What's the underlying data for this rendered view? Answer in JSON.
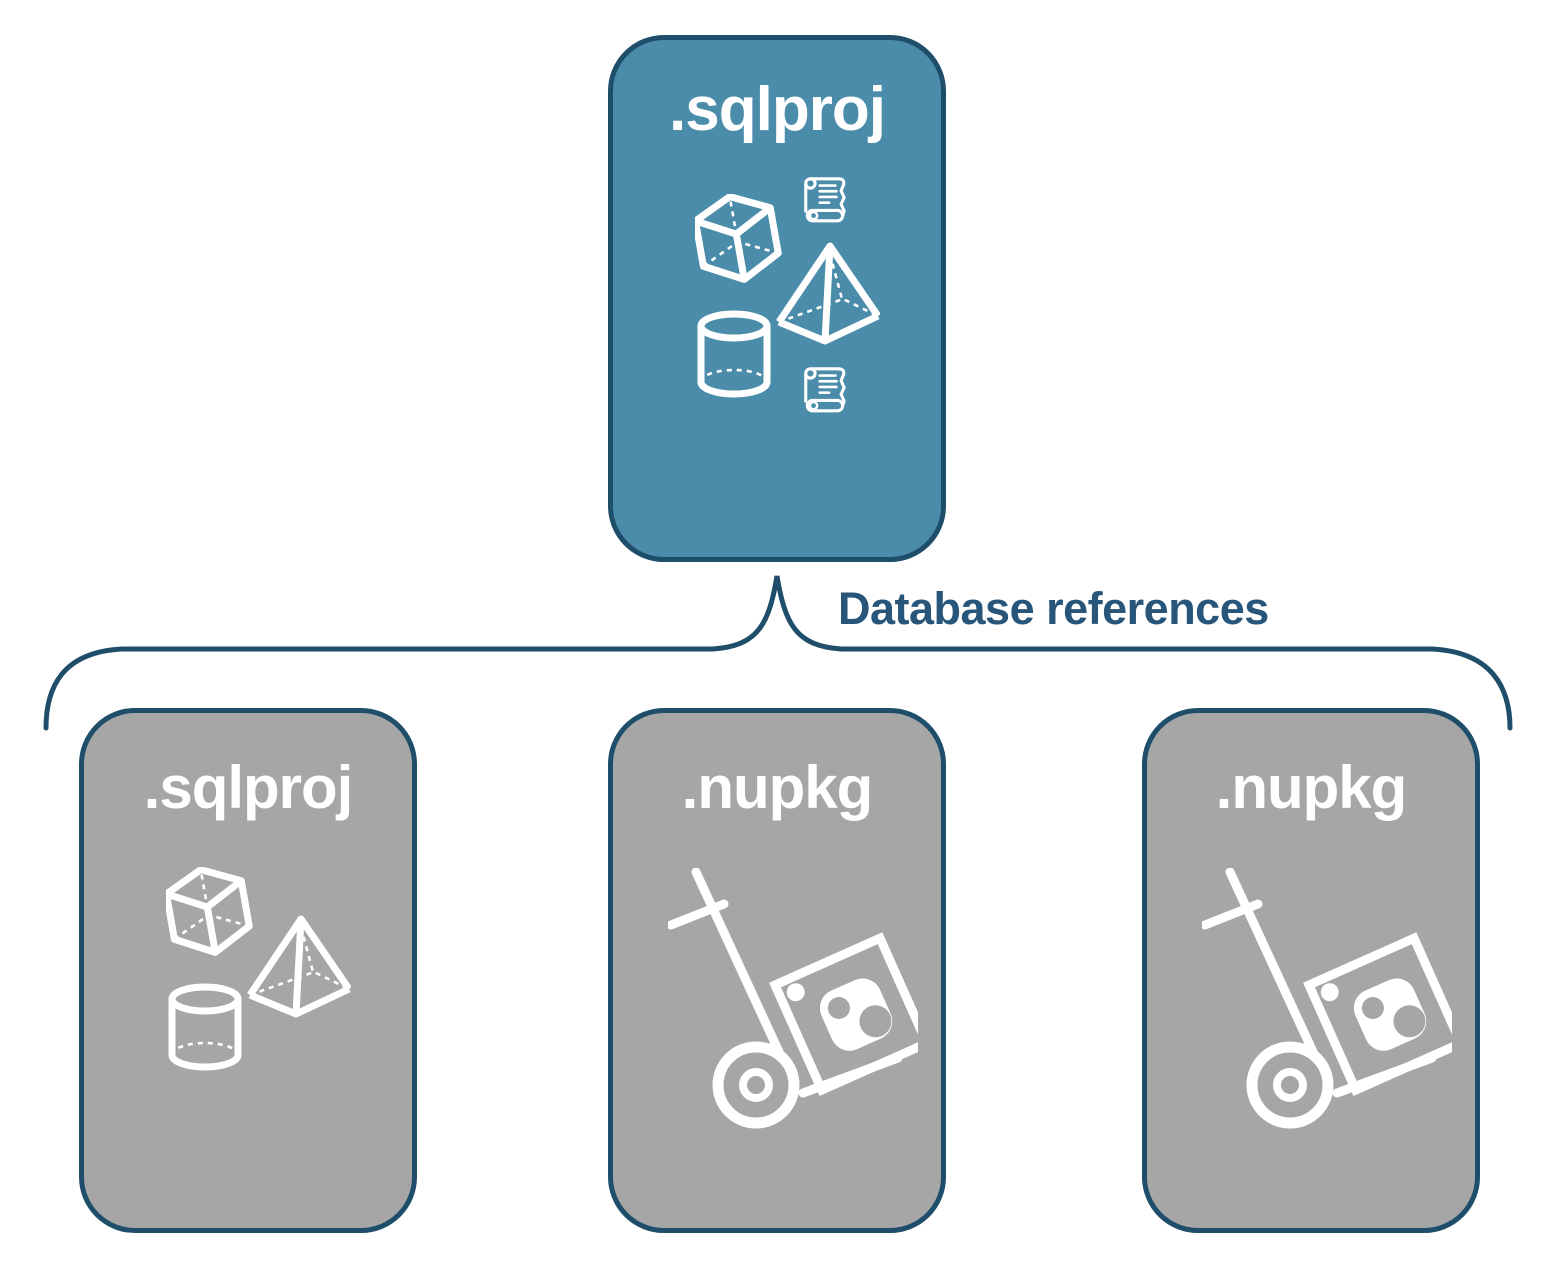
{
  "diagram": {
    "connector_label": "Database references",
    "parent_box": {
      "label": ".sqlproj",
      "icons": [
        "script-scroll-icon",
        "cube-icon",
        "pyramid-icon",
        "cylinder-icon",
        "script-scroll-icon"
      ]
    },
    "child_boxes": [
      {
        "label": ".sqlproj",
        "icons": [
          "cube-icon",
          "pyramid-icon",
          "cylinder-icon"
        ]
      },
      {
        "label": ".nupkg",
        "icons": [
          "nuget-hand-truck-icon"
        ]
      },
      {
        "label": ".nupkg",
        "icons": [
          "nuget-hand-truck-icon"
        ]
      }
    ],
    "colors": {
      "parent_fill": "#4A8CAA",
      "child_fill": "#A6A6A6",
      "outline": "#1F4E6B",
      "connector": "#1F4E6B",
      "label_text_on_box": "#FFFFFF",
      "connector_label_text": "#27567A",
      "background": "#FFFFFF"
    }
  }
}
